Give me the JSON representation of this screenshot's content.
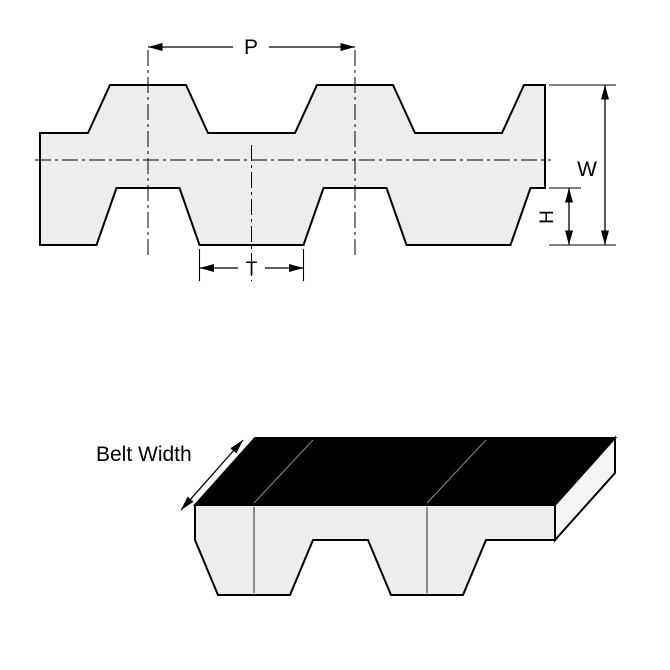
{
  "diagram": {
    "title_hint": "double-sided timing belt profile drawing",
    "labels": {
      "pitch": "P",
      "width": "W",
      "height": "H",
      "tooth": "T",
      "belt_width": "Belt Width"
    },
    "colors": {
      "outline": "#000000",
      "belt_fill": "#ededed",
      "top_face_fill": "#000000",
      "side_face_fill": "#f4f4f4",
      "background": "#ffffff"
    }
  }
}
